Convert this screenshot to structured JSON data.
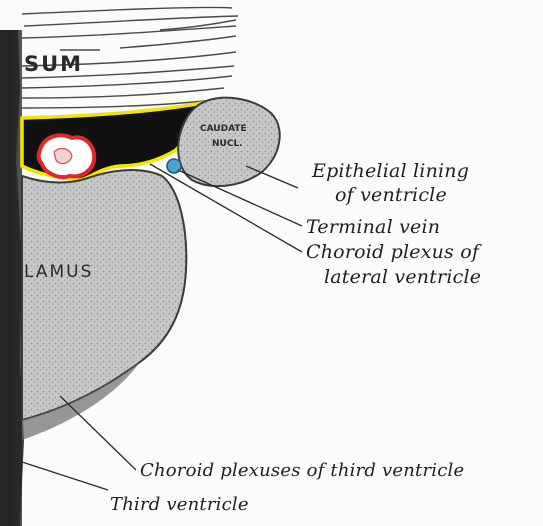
{
  "structures": {
    "corpus_fragment": "SUM",
    "thalamus_fragment": "LAMUS",
    "caudate_label_line1": "CAUDATE",
    "caudate_label_line2": "NUCL."
  },
  "labels": {
    "epithelial_line1": "Epithelial lining",
    "epithelial_line2": "of ventricle",
    "terminal_vein": "Terminal vein",
    "choroid_lateral_line1": "Choroid plexus of",
    "choroid_lateral_line2": "lateral ventricle",
    "choroid_third": "Choroid plexuses of third ventricle",
    "third_ventricle": "Third ventricle"
  },
  "colors": {
    "background": "#fbfbf9",
    "ventricle_fill": "#111111",
    "lining": "#f2e600",
    "choroid_red": "#e3262c",
    "terminal_vein": "#4ba3d3",
    "tissue_gray": "#c9c9c9",
    "left_margin_dark": "#2e2e2e"
  }
}
